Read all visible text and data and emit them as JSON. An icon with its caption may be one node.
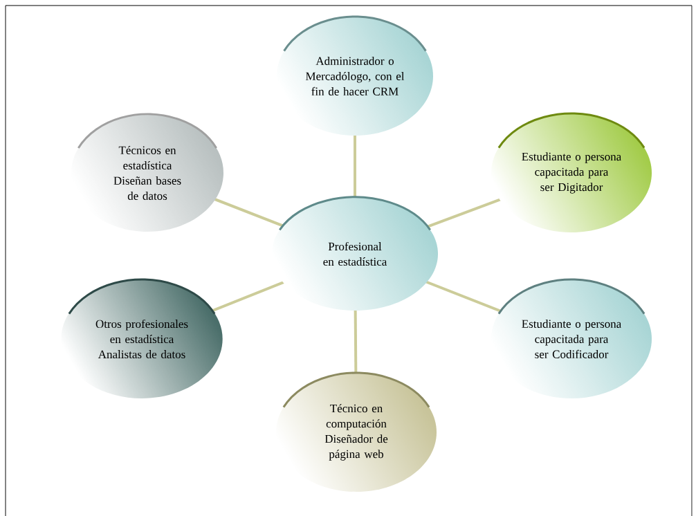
{
  "diagram": {
    "nodes": [
      {
        "text": [
          "Administrador o Mercadólogo, con el fin de hacer CRM"
        ]
      },
      {
        "text": [
          "Técnicos en estadística Diseñan bases de datos"
        ]
      },
      {
        "text": [
          "Estudiante o persona capacitada para ser Digitador"
        ]
      },
      {
        "text": [
          "Profesional en estadística"
        ]
      },
      {
        "text": [
          "Otros profesionales en estadística Analistas de datos"
        ]
      },
      {
        "text": [
          "Estudiante o persona capacitada para ser Codificador"
        ]
      },
      {
        "text": [
          "Técnico en computación Diseñador de página web"
        ]
      }
    ],
    "edges": [
      {
        "from": 3,
        "to": 0,
        "arrow": "none"
      },
      {
        "from": 3,
        "to": 1,
        "arrow": "none"
      },
      {
        "from": 3,
        "to": 2,
        "arrow": "none"
      },
      {
        "from": 3,
        "to": 4,
        "arrow": "none"
      },
      {
        "from": 3,
        "to": 5,
        "arrow": "none"
      },
      {
        "from": 3,
        "to": 6,
        "arrow": "none"
      }
    ]
  }
}
